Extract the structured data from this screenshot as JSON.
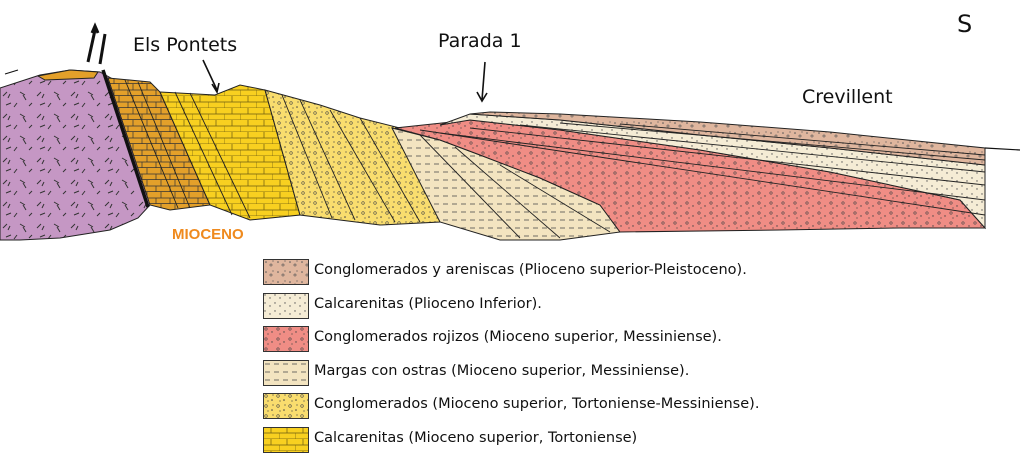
{
  "labels": {
    "direction": "S",
    "els_pontets": "Els Pontets",
    "parada": "Parada 1",
    "crevillent": "Crevillent",
    "mioceno": "MIOCENO"
  },
  "legend": [
    {
      "text": "Conglomerados y areniscas (Plioceno superior-Pleistoceno).",
      "color": "#dfb69e",
      "pattern": "conglomerate-tan"
    },
    {
      "text": "Calcarenitas (Plioceno Inferior).",
      "color": "#f5ecd5",
      "pattern": "dots-cream"
    },
    {
      "text": "Conglomerados rojizos (Mioceno superior, Messiniense).",
      "color": "#f08d85",
      "pattern": "conglomerate-red"
    },
    {
      "text": "Margas con ostras (Mioceno superior, Messiniense).",
      "color": "#f3e4c0",
      "pattern": "marl-dashes"
    },
    {
      "text": "Conglomerados (Mioceno superior, Tortoniense-Messiniense).",
      "color": "#f9dd6e",
      "pattern": "conglomerate-yellow"
    },
    {
      "text": "Calcarenitas (Mioceno superior, Tortoniense)",
      "color": "#f8d020",
      "pattern": "brick-yellow"
    }
  ],
  "colors": {
    "volcanic": "#c597c4",
    "orange_unit": "#e3a02a",
    "mioceno_label": "#ef8a1e"
  }
}
